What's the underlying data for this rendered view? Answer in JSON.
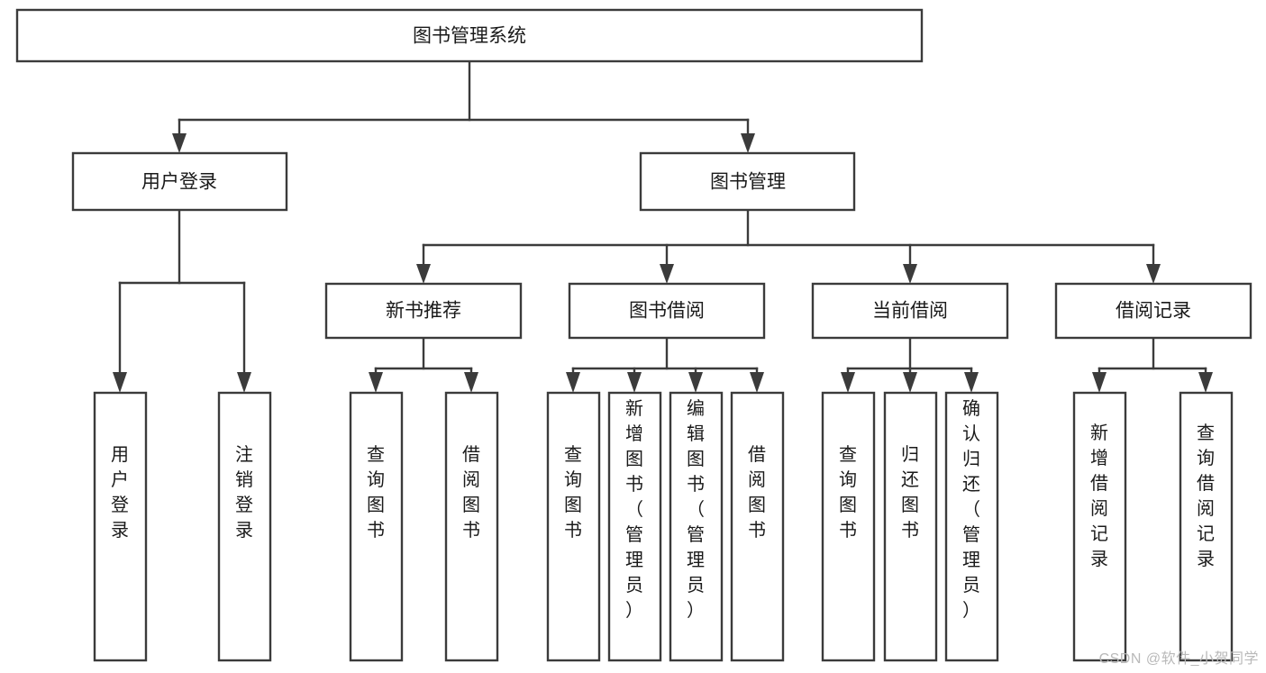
{
  "diagram": {
    "title": "图书管理系统",
    "type": "tree-hierarchy",
    "watermark": "CSDN @软件_小贺同学",
    "colors": {
      "stroke": "#3b3b3b",
      "fill": "#ffffff",
      "text": "#1a1a1a",
      "watermark": "#b9b9b9",
      "background": "#ffffff"
    },
    "nodes": {
      "root": {
        "label": "图书管理系统",
        "orientation": "horizontal"
      },
      "level2": [
        {
          "id": "user-login",
          "label": "用户登录",
          "orientation": "horizontal"
        },
        {
          "id": "book-manage",
          "label": "图书管理",
          "orientation": "horizontal"
        }
      ],
      "level3": [
        {
          "id": "new-book-recommend",
          "label": "新书推荐",
          "orientation": "horizontal"
        },
        {
          "id": "book-borrow",
          "label": "图书借阅",
          "orientation": "horizontal"
        },
        {
          "id": "current-borrow",
          "label": "当前借阅",
          "orientation": "horizontal"
        },
        {
          "id": "borrow-record",
          "label": "借阅记录",
          "orientation": "horizontal"
        }
      ],
      "leaves": [
        {
          "id": "leaf-user-login",
          "parent": "user-login",
          "label": "用户登录",
          "orientation": "vertical"
        },
        {
          "id": "leaf-logout-login",
          "parent": "user-login",
          "label": "注销登录",
          "orientation": "vertical"
        },
        {
          "id": "leaf-query-book-1",
          "parent": "new-book-recommend",
          "label": "查询图书",
          "orientation": "vertical"
        },
        {
          "id": "leaf-borrow-book-1",
          "parent": "new-book-recommend",
          "label": "借阅图书",
          "orientation": "vertical"
        },
        {
          "id": "leaf-query-book-2",
          "parent": "book-borrow",
          "label": "查询图书",
          "orientation": "vertical"
        },
        {
          "id": "leaf-add-book",
          "parent": "book-borrow",
          "label": "新增图书（管理员）",
          "orientation": "vertical"
        },
        {
          "id": "leaf-edit-book",
          "parent": "book-borrow",
          "label": "编辑图书（管理员）",
          "orientation": "vertical"
        },
        {
          "id": "leaf-borrow-book-2",
          "parent": "book-borrow",
          "label": "借阅图书",
          "orientation": "vertical"
        },
        {
          "id": "leaf-query-book-3",
          "parent": "current-borrow",
          "label": "查询图书",
          "orientation": "vertical"
        },
        {
          "id": "leaf-return-book",
          "parent": "current-borrow",
          "label": "归还图书",
          "orientation": "vertical"
        },
        {
          "id": "leaf-confirm-return",
          "parent": "current-borrow",
          "label": "确认归还（管理员）",
          "orientation": "vertical"
        },
        {
          "id": "leaf-add-record",
          "parent": "borrow-record",
          "label": "新增借阅记录",
          "orientation": "vertical"
        },
        {
          "id": "leaf-query-record",
          "parent": "borrow-record",
          "label": "查询借阅记录",
          "orientation": "vertical"
        }
      ]
    }
  }
}
